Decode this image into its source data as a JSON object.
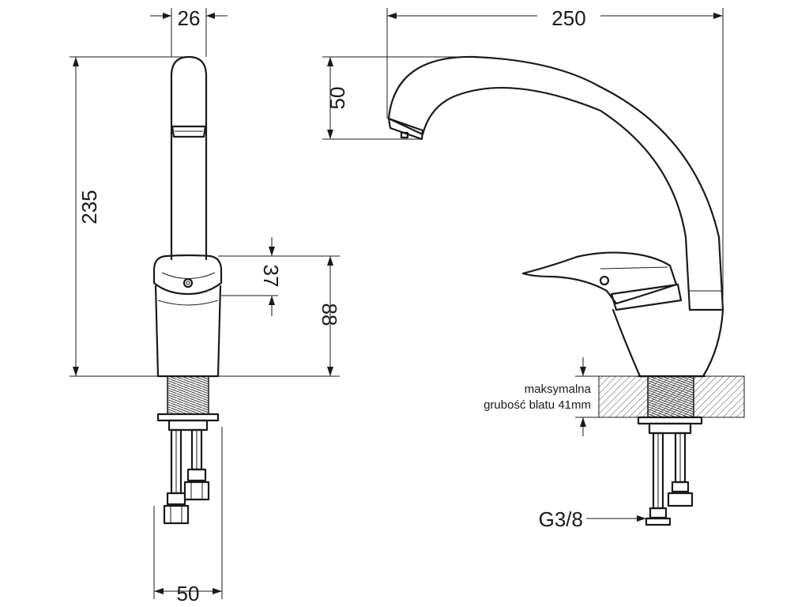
{
  "dimensions": {
    "spout_width": "26",
    "total_height": "235",
    "lever_height": "37",
    "body_height": "88",
    "base_width": "50",
    "reach": "250",
    "spout_drop": "50",
    "thread": "G3/8"
  },
  "countertop_note": {
    "line1": "maksymalna",
    "line2": "grubość blatu 41mm"
  },
  "colors": {
    "line": "#1a1a1a",
    "background": "#ffffff"
  }
}
